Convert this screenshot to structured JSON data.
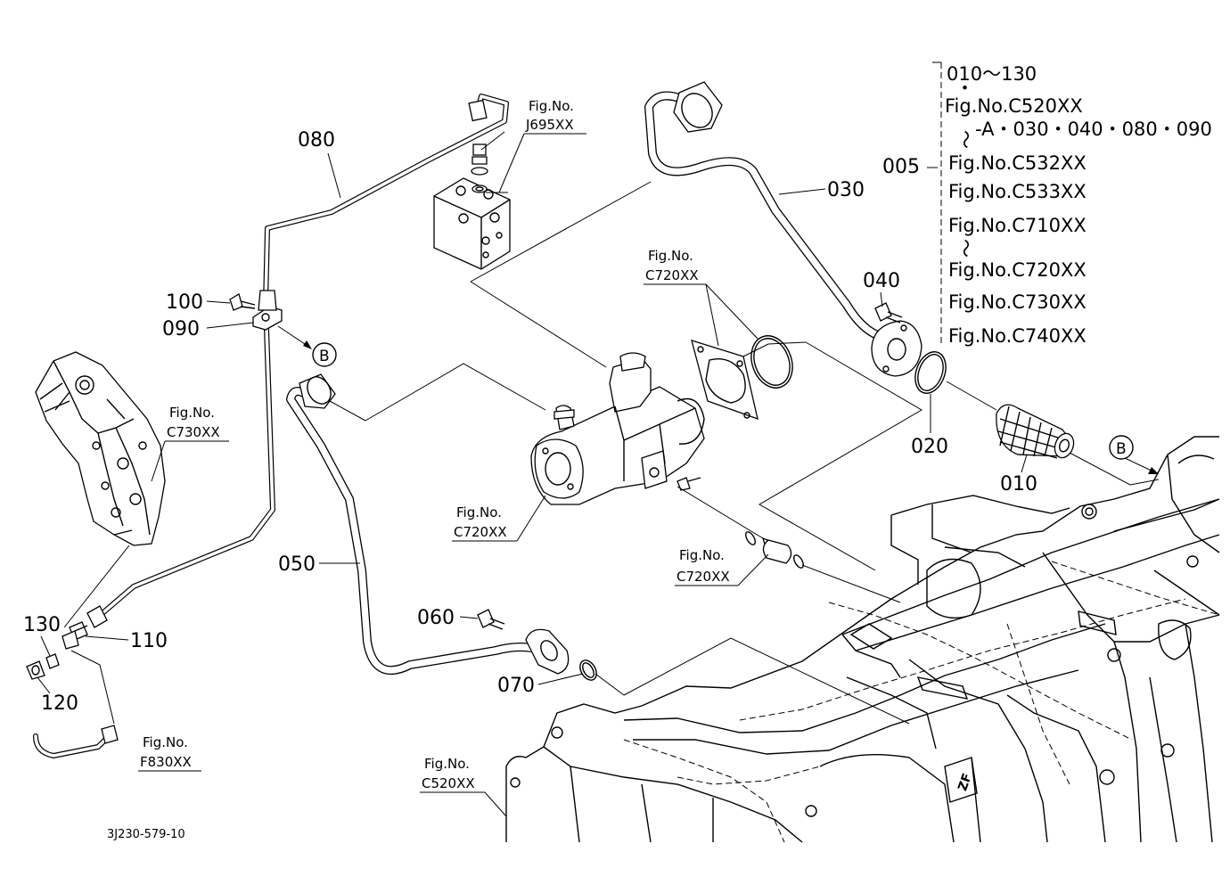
{
  "drawing_code": "3J230-579-10",
  "callout_marker": "B",
  "part_numbers": {
    "p005": "005",
    "p010": "010",
    "p020": "020",
    "p030": "030",
    "p040": "040",
    "p050": "050",
    "p060": "060",
    "p070": "070",
    "p080": "080",
    "p090": "090",
    "p100": "100",
    "p110": "110",
    "p120": "120",
    "p130": "130"
  },
  "fig_label": "Fig.No.",
  "fig_refs": {
    "j695": "J695XX",
    "c720_top": "C720XX",
    "c730_left": "C730XX",
    "c720_pump": "C720XX",
    "c720_coupling": "C720XX",
    "f830": "F830XX",
    "c520": "C520XX"
  },
  "group_note": {
    "range": "010～130",
    "dot1": "・",
    "line1": "Fig.No.C520XX",
    "wave1": "～",
    "line2": "-A・030・040・080・090",
    "line3": "Fig.No.C532XX",
    "line4": "Fig.No.C533XX",
    "line5": "Fig.No.C710XX",
    "wave2": "～",
    "line6": "Fig.No.C720XX",
    "line7": "Fig.No.C730XX",
    "line8": "Fig.No.C740XX"
  }
}
